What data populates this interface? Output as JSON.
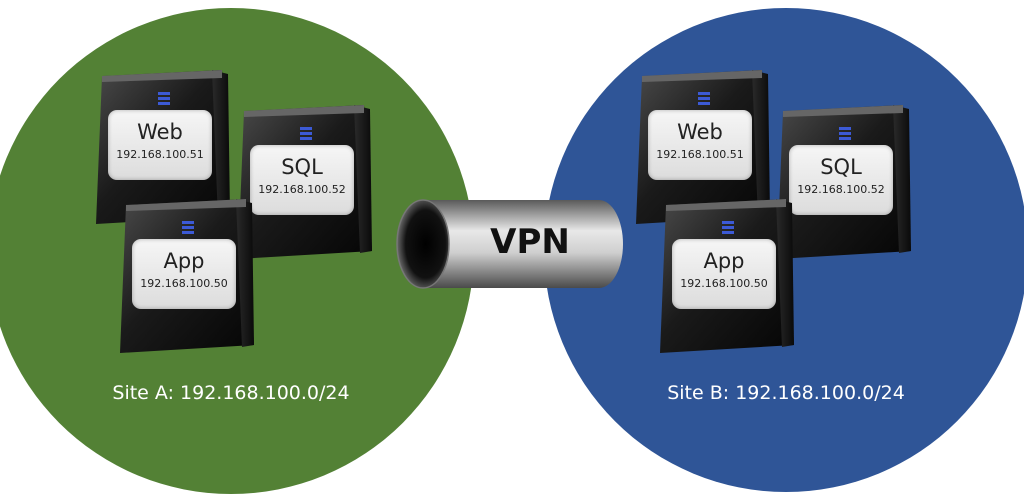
{
  "colors": {
    "site_a": "#538135",
    "site_b": "#2f5597"
  },
  "tunnel": {
    "label": "VPN"
  },
  "sites": [
    {
      "label": "Site A: 192.168.100.0/24",
      "servers": [
        {
          "name": "Web",
          "ip": "192.168.100.51"
        },
        {
          "name": "SQL",
          "ip": "192.168.100.52"
        },
        {
          "name": "App",
          "ip": "192.168.100.50"
        }
      ]
    },
    {
      "label": "Site B: 192.168.100.0/24",
      "servers": [
        {
          "name": "Web",
          "ip": "192.168.100.51"
        },
        {
          "name": "SQL",
          "ip": "192.168.100.52"
        },
        {
          "name": "App",
          "ip": "192.168.100.50"
        }
      ]
    }
  ]
}
